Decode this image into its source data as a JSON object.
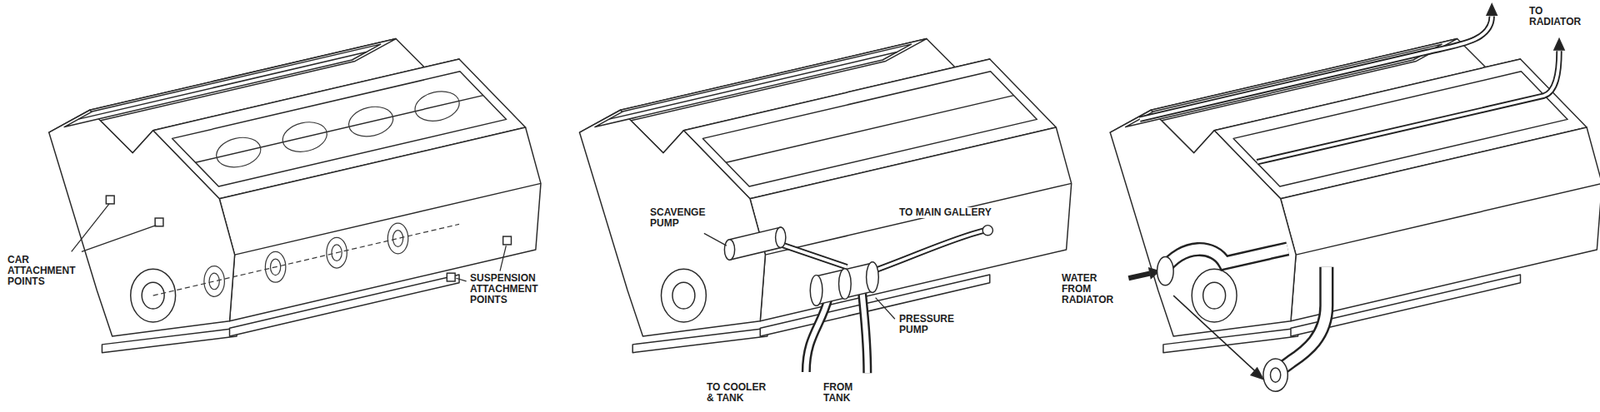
{
  "diagram": {
    "labels": [
      "CAR ATTACHMENT POINTS",
      "SUSPENSION ATTACHMENT POINTS",
      "SCAVENGE PUMP",
      "TO MAIN GALLERY",
      "PRESSURE PUMP",
      "TO COOLER & TANK",
      "FROM TANK",
      "TO RADIATOR",
      "WATER FROM RADIATOR"
    ]
  }
}
